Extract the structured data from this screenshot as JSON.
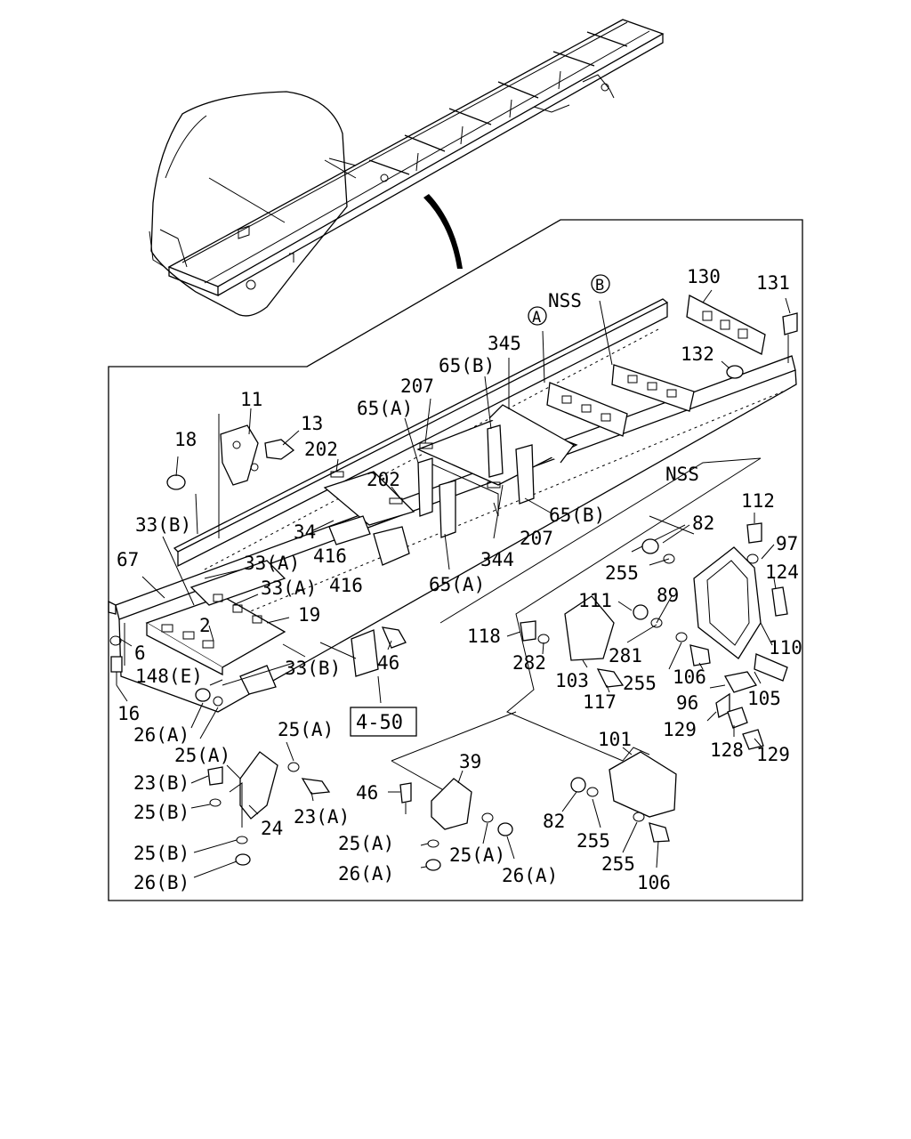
{
  "labels": {
    "l11": "11",
    "l13": "13",
    "l18": "18",
    "l202a": "202",
    "l202b": "202",
    "l207a": "207",
    "l207b": "207",
    "l65a_top": "65(A)",
    "l65b_top": "65(B)",
    "l345": "345",
    "lNSS1": "NSS",
    "lA": "A",
    "lB": "B",
    "l130": "130",
    "l131": "131",
    "l132": "132",
    "l33b_1": "33(B)",
    "l34": "34",
    "l416a": "416",
    "l416b": "416",
    "l65b_mid": "65(B)",
    "l344": "344",
    "l65a_mid": "65(A)",
    "lNSS2": "NSS",
    "l67": "67",
    "l33a_1": "33(A)",
    "l33a_2": "33(A)",
    "l19": "19",
    "l2": "2",
    "l6": "6",
    "l33b_2": "33(B)",
    "l46a": "46",
    "l148e": "148(E)",
    "l16": "16",
    "l26a_1": "26(A)",
    "l25a_1": "25(A)",
    "l25a_2": "25(A)",
    "l23b": "23(B)",
    "l25b_1": "25(B)",
    "l23a": "23(A)",
    "l24": "24",
    "l25b_2": "25(B)",
    "l26b": "26(B)",
    "l39": "39",
    "l46b": "46",
    "l25a_3": "25(A)",
    "l25a_4": "25(A)",
    "l26a_2": "26(A)",
    "l26a_3": "26(A)",
    "l82a": "82",
    "l255a": "255",
    "l112": "112",
    "l97": "97",
    "l124": "124",
    "l111": "111",
    "l89": "89",
    "l118": "118",
    "l282": "282",
    "l281": "281",
    "l110": "110",
    "l103": "103",
    "l255b": "255",
    "l106a": "106",
    "l117": "117",
    "l96": "96",
    "l105": "105",
    "l129a": "129",
    "l128": "128",
    "l129b": "129",
    "l101": "101",
    "l82b": "82",
    "l255c": "255",
    "l255d": "255",
    "l106b": "106",
    "ref": "4-50"
  }
}
